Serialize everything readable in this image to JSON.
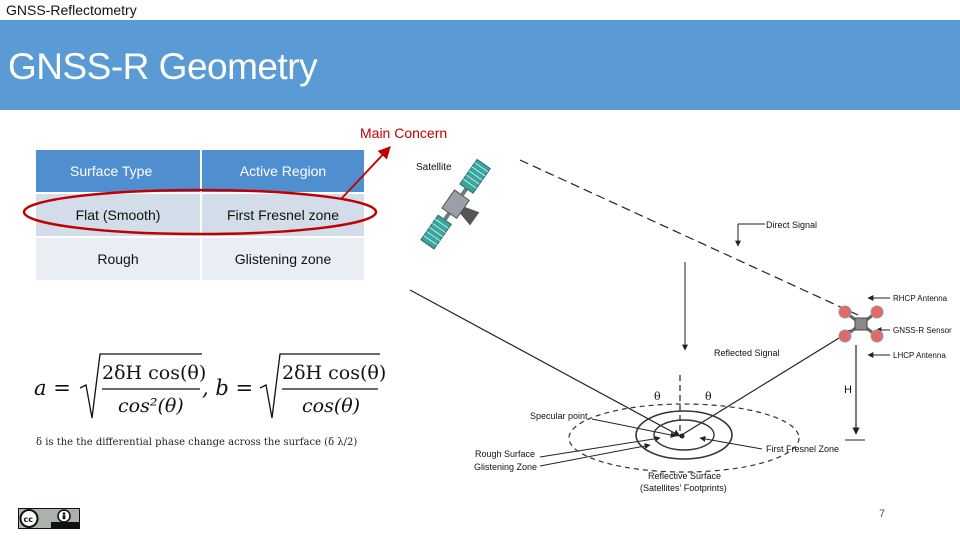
{
  "header": {
    "top_label": "GNSS-Reflectometry",
    "title": "GNSS-R Geometry"
  },
  "callout": {
    "label": "Main Concern"
  },
  "table": {
    "headers": [
      "Surface Type",
      "Active Region"
    ],
    "rows": [
      [
        "Flat (Smooth)",
        "First Fresnel zone"
      ],
      [
        "Rough",
        "Glistening zone"
      ]
    ]
  },
  "formula": {
    "a_lhs": "a =",
    "a_num": "2δH cos(θ)",
    "a_den": "cos²(θ)",
    "b_lhs": ", b =",
    "b_num": "2δH cos(θ)",
    "b_den": "cos(θ)",
    "note": "δ is the the differential phase change across the surface (δ     λ/2)"
  },
  "diagram": {
    "satellite": "Satellite",
    "direct_signal": "Direct Signal",
    "rhcp_antenna": "RHCP Antenna",
    "gnssr_sensor": "GNSS-R Sensor",
    "lhcp_antenna": "LHCP Antenna",
    "reflected_signal": "Reflected Signal",
    "theta_left": "θ",
    "theta_right": "θ",
    "height": "H",
    "specular_point": "Specular point",
    "rough_surface": "Rough Surface",
    "glistening_zone": "Glistening Zone",
    "first_fresnel_zone": "First Fresnel Zone",
    "reflective_surface": "Reflective Surface",
    "footprints": "(Satellites' Footprints)"
  },
  "footer": {
    "page_number": "7",
    "license_icon": "cc-by-icon"
  },
  "colors": {
    "banner": "#5b9bd5",
    "table_header": "#4f8fd0",
    "highlight": "#c00000"
  }
}
